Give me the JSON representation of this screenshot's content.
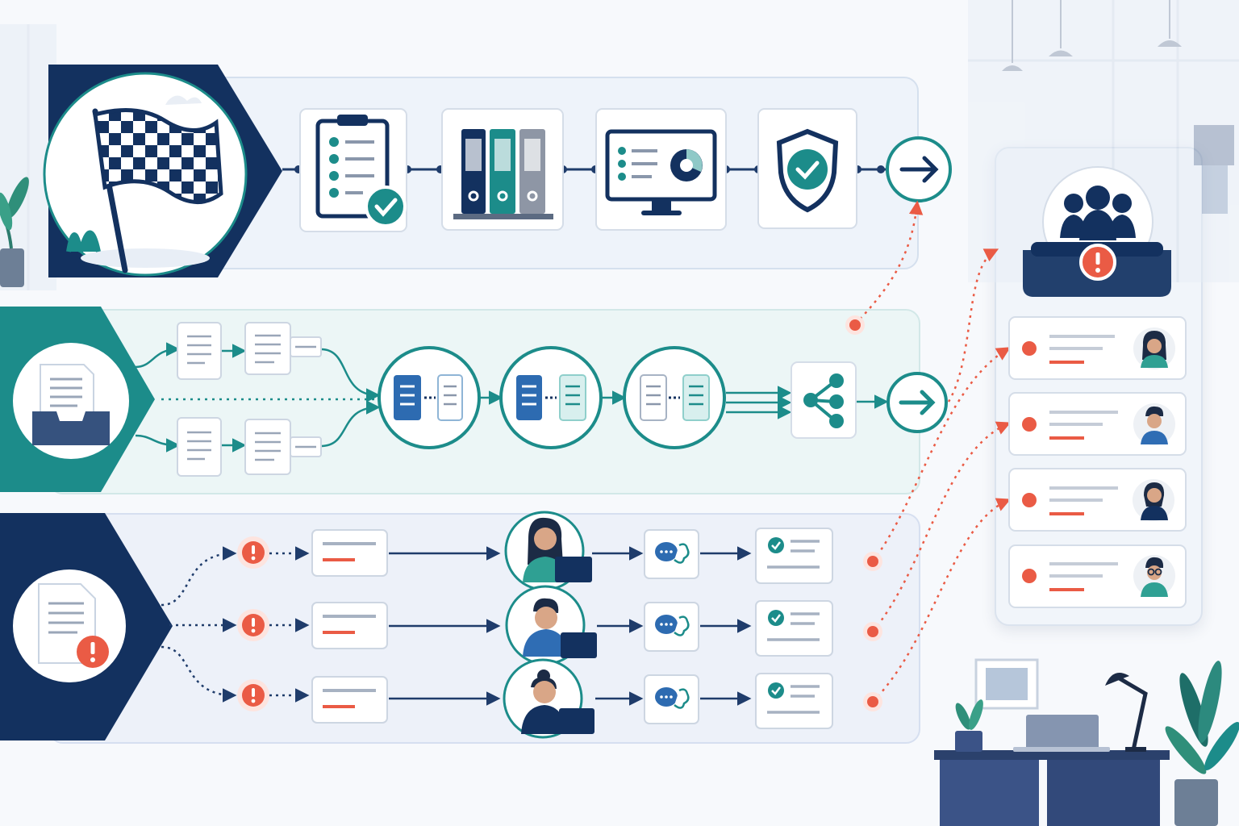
{
  "colors": {
    "navy": "#13315f",
    "teal": "#1c8c8a",
    "alert": "#ea5b45",
    "lane_top": "#eef3fa",
    "lane_mid": "#ecf6f6",
    "lane_bot": "#edf1f9",
    "line": "#1f3c6b"
  },
  "lanes": [
    {
      "id": "completion-lane",
      "start_icon": "checkered-flag-icon",
      "steps": [
        "checklist-clipboard-icon",
        "document-binders-icon",
        "monitor-dashboard-icon",
        "shield-check-icon"
      ],
      "end_icon": "arrow-right-icon"
    },
    {
      "id": "document-processing-lane",
      "start_icon": "inbox-documents-icon",
      "steps": [
        "document-compare-icon",
        "document-compare-icon",
        "document-compare-icon",
        "share-network-icon"
      ],
      "end_icon": "arrow-right-icon"
    },
    {
      "id": "exception-handling-lane",
      "start_icon": "document-alert-icon",
      "rows": [
        {
          "alert_icon": "alert-icon",
          "agent": "agent-avatar-female",
          "chat_icon": "chat-bubbles-icon",
          "result_icon": "check-list-icon"
        },
        {
          "alert_icon": "alert-icon",
          "agent": "agent-avatar-male",
          "chat_icon": "chat-bubbles-icon",
          "result_icon": "check-list-icon"
        },
        {
          "alert_icon": "alert-icon",
          "agent": "agent-avatar-female-2",
          "chat_icon": "chat-bubbles-icon",
          "result_icon": "check-list-icon"
        }
      ]
    }
  ],
  "team_panel": {
    "header_icon": "team-alert-icon",
    "members": [
      "avatar-woman",
      "avatar-man-beard",
      "avatar-woman-2",
      "avatar-man-glasses"
    ]
  },
  "scene": [
    "office-plant-icon",
    "desk-icon",
    "laptop-icon",
    "desk-lamp-icon",
    "picture-frame-icon"
  ]
}
